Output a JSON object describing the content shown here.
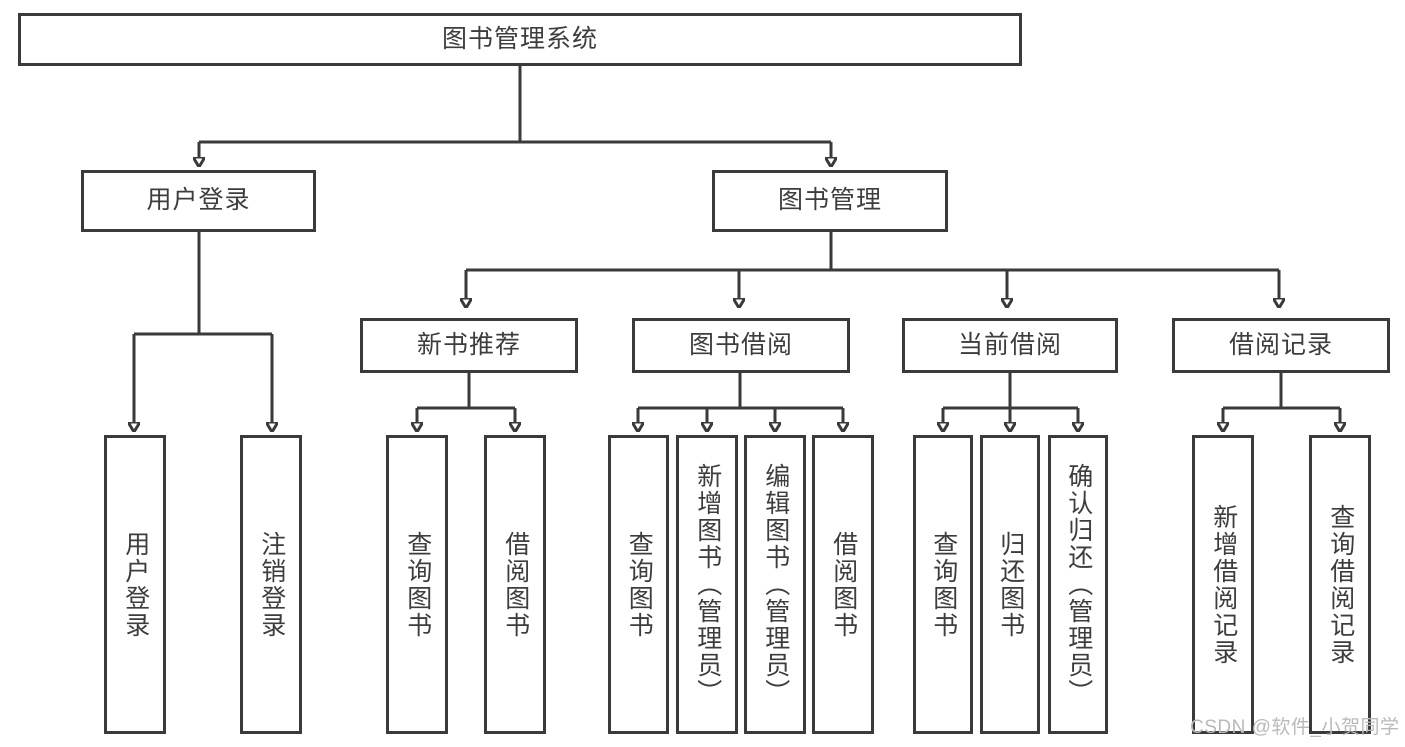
{
  "diagram": {
    "title": "图书管理系统",
    "type": "hierarchy-tree",
    "colors": {
      "stroke": "#3a3a3a",
      "text": "#3d3d3d",
      "background": "#ffffff",
      "watermark": "#b9b9b9"
    },
    "levels": {
      "root": {
        "label": "图书管理系统"
      },
      "level2": [
        {
          "label": "用户登录"
        },
        {
          "label": "图书管理"
        }
      ],
      "level3": [
        {
          "label": "新书推荐"
        },
        {
          "label": "图书借阅"
        },
        {
          "label": "当前借阅"
        },
        {
          "label": "借阅记录"
        }
      ],
      "leaves": {
        "user_login": [
          {
            "label": "用户登录"
          },
          {
            "label": "注销登录"
          }
        ],
        "new_book_recommend": [
          {
            "label": "查询图书"
          },
          {
            "label": "借阅图书"
          }
        ],
        "book_borrow": [
          {
            "label": "查询图书"
          },
          {
            "label": "新增图书（管理员）"
          },
          {
            "label": "编辑图书（管理员）"
          },
          {
            "label": "借阅图书"
          }
        ],
        "current_borrow": [
          {
            "label": "查询图书"
          },
          {
            "label": "归还图书"
          },
          {
            "label": "确认归还（管理员）"
          }
        ],
        "borrow_records": [
          {
            "label": "新增借阅记录"
          },
          {
            "label": "查询借阅记录"
          }
        ]
      }
    },
    "watermark": "CSDN @软件_小贺同学"
  }
}
